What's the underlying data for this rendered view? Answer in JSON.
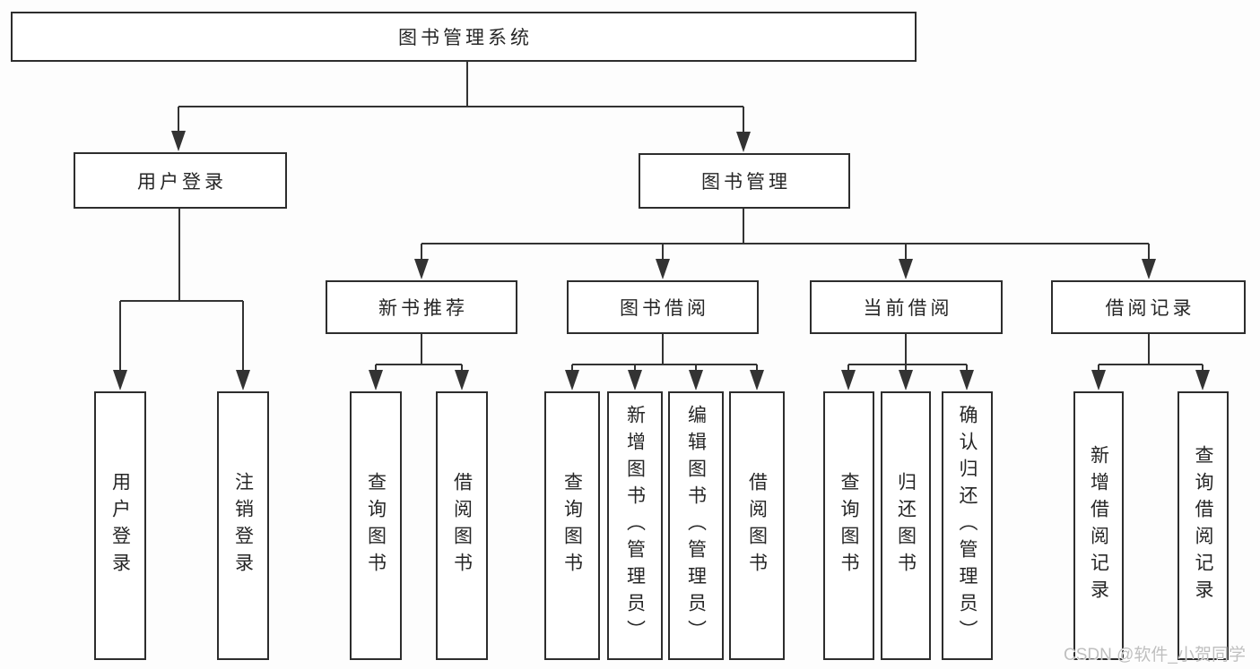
{
  "tree": {
    "root": "图书管理系统",
    "login": {
      "label": "用户登录",
      "children": [
        "用户登录",
        "注销登录"
      ]
    },
    "mgmt": {
      "label": "图书管理",
      "sections": {
        "recommend": {
          "label": "新书推荐",
          "children": [
            "查询图书",
            "借阅图书"
          ]
        },
        "borrow": {
          "label": "图书借阅",
          "children": [
            "查询图书",
            "新增图书（管理员）",
            "编辑图书（管理员）",
            "借阅图书"
          ]
        },
        "current": {
          "label": "当前借阅",
          "children": [
            "查询图书",
            "归还图书",
            "确认归还（管理员）"
          ]
        },
        "records": {
          "label": "借阅记录",
          "children": [
            "新增借阅记录",
            "查询借阅记录"
          ]
        }
      }
    }
  },
  "watermark": {
    "text": "CSDN @软件_小贺同学"
  },
  "colors": {
    "line": "#333333",
    "box_border": "#2d2d2d",
    "text": "#262626",
    "watermark": "#bfbfbf",
    "background": "#fdfdfd"
  }
}
